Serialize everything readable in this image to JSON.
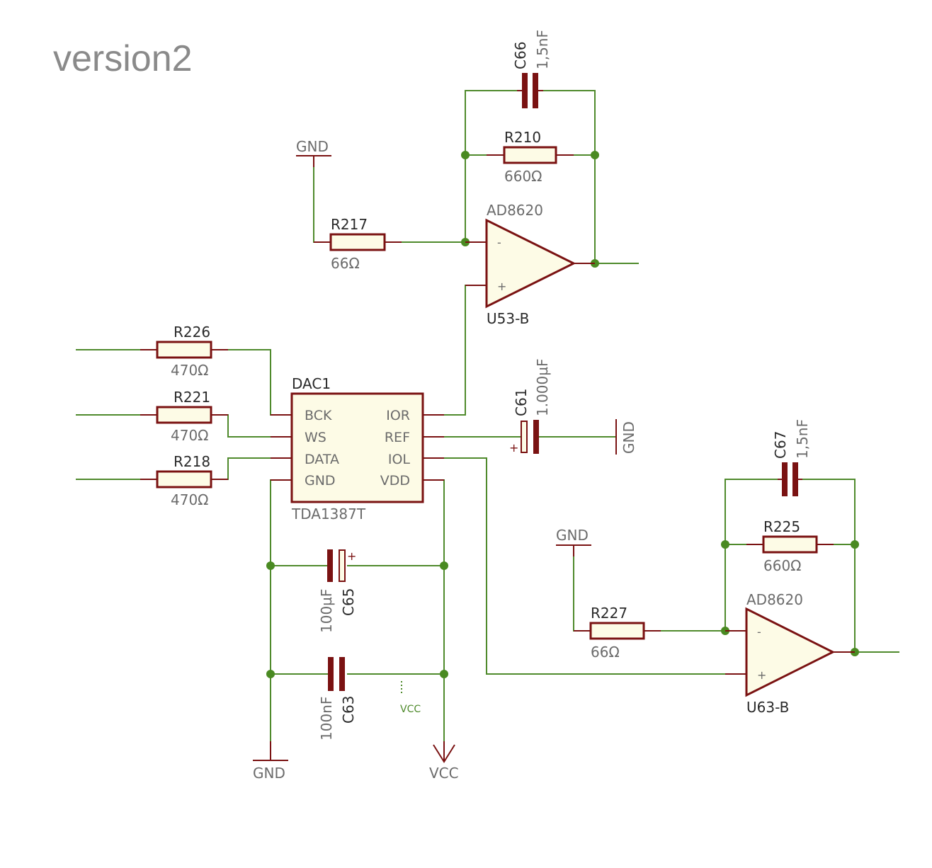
{
  "title": "version2",
  "labels": {
    "C66": "C66",
    "C66_val": "1,5nF",
    "R210": "R210",
    "R210_val": "660Ω",
    "R217": "R217",
    "R217_val": "66Ω",
    "U53_part": "AD8620",
    "U53_name": "U53-B",
    "R226": "R226",
    "R226_val": "470Ω",
    "R221": "R221",
    "R221_val": "470Ω",
    "R218": "R218",
    "R218_val": "470Ω",
    "DAC_name": "DAC1",
    "DAC_part": "TDA1387T",
    "C61": "C61",
    "C61_val": "1.000µF",
    "C67": "C67",
    "C67_val": "1,5nF",
    "R225": "R225",
    "R225_val": "660Ω",
    "R227": "R227",
    "R227_val": "66Ω",
    "U63_part": "AD8620",
    "U63_name": "U63-B",
    "C65": "C65",
    "C65_val": "100µF",
    "C63": "C63",
    "C63_val": "100nF",
    "vcc_net": "VCC"
  },
  "pins": {
    "bck": "BCK",
    "ws": "WS",
    "data": "DATA",
    "gnd": "GND",
    "ior": "IOR",
    "ref": "REF",
    "iol": "IOL",
    "vdd": "VDD"
  },
  "symbols": {
    "gnd_top": "GND",
    "gnd_c61": "GND",
    "gnd_mid": "GND",
    "gnd_bottom": "GND",
    "vcc_bottom": "VCC",
    "minus": "-",
    "plus": "+"
  }
}
